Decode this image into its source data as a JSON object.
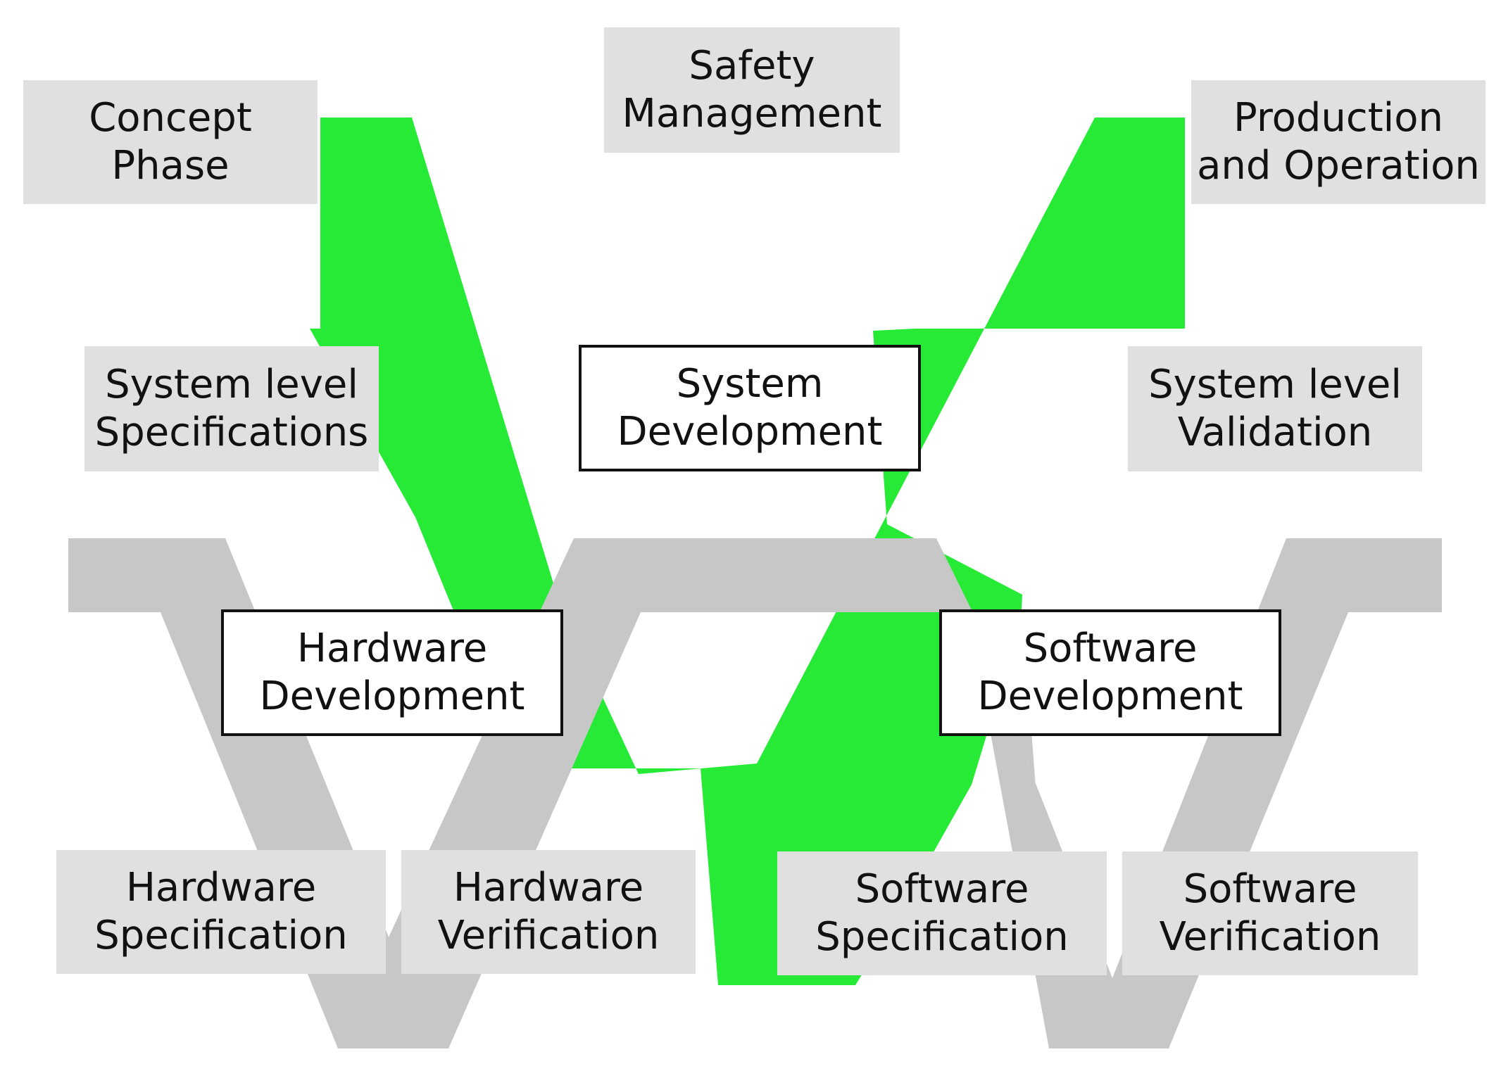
{
  "colors": {
    "system_v": "#26ea36",
    "sub_v": "#c7c7c7",
    "phase_box": "#e0e0e0",
    "dev_box_border": "#111111",
    "text": "#111111"
  },
  "boxes": {
    "concept_phase": {
      "line1": "Concept",
      "line2": "Phase"
    },
    "safety_management": {
      "line1": "Safety",
      "line2": "Management"
    },
    "production_operation": {
      "line1": "Production",
      "line2": "and Operation"
    },
    "system_specifications": {
      "line1": "System level",
      "line2": "Specifications"
    },
    "system_development": {
      "line1": "System",
      "line2": "Development"
    },
    "system_validation": {
      "line1": "System level",
      "line2": "Validation"
    },
    "hardware_development": {
      "line1": "Hardware",
      "line2": "Development"
    },
    "software_development": {
      "line1": "Software",
      "line2": "Development"
    },
    "hardware_specification": {
      "line1": "Hardware",
      "line2": "Specification"
    },
    "hardware_verification": {
      "line1": "Hardware",
      "line2": "Verification"
    },
    "software_specification": {
      "line1": "Software",
      "line2": "Specification"
    },
    "software_verification": {
      "line1": "Software",
      "line2": "Verification"
    }
  }
}
